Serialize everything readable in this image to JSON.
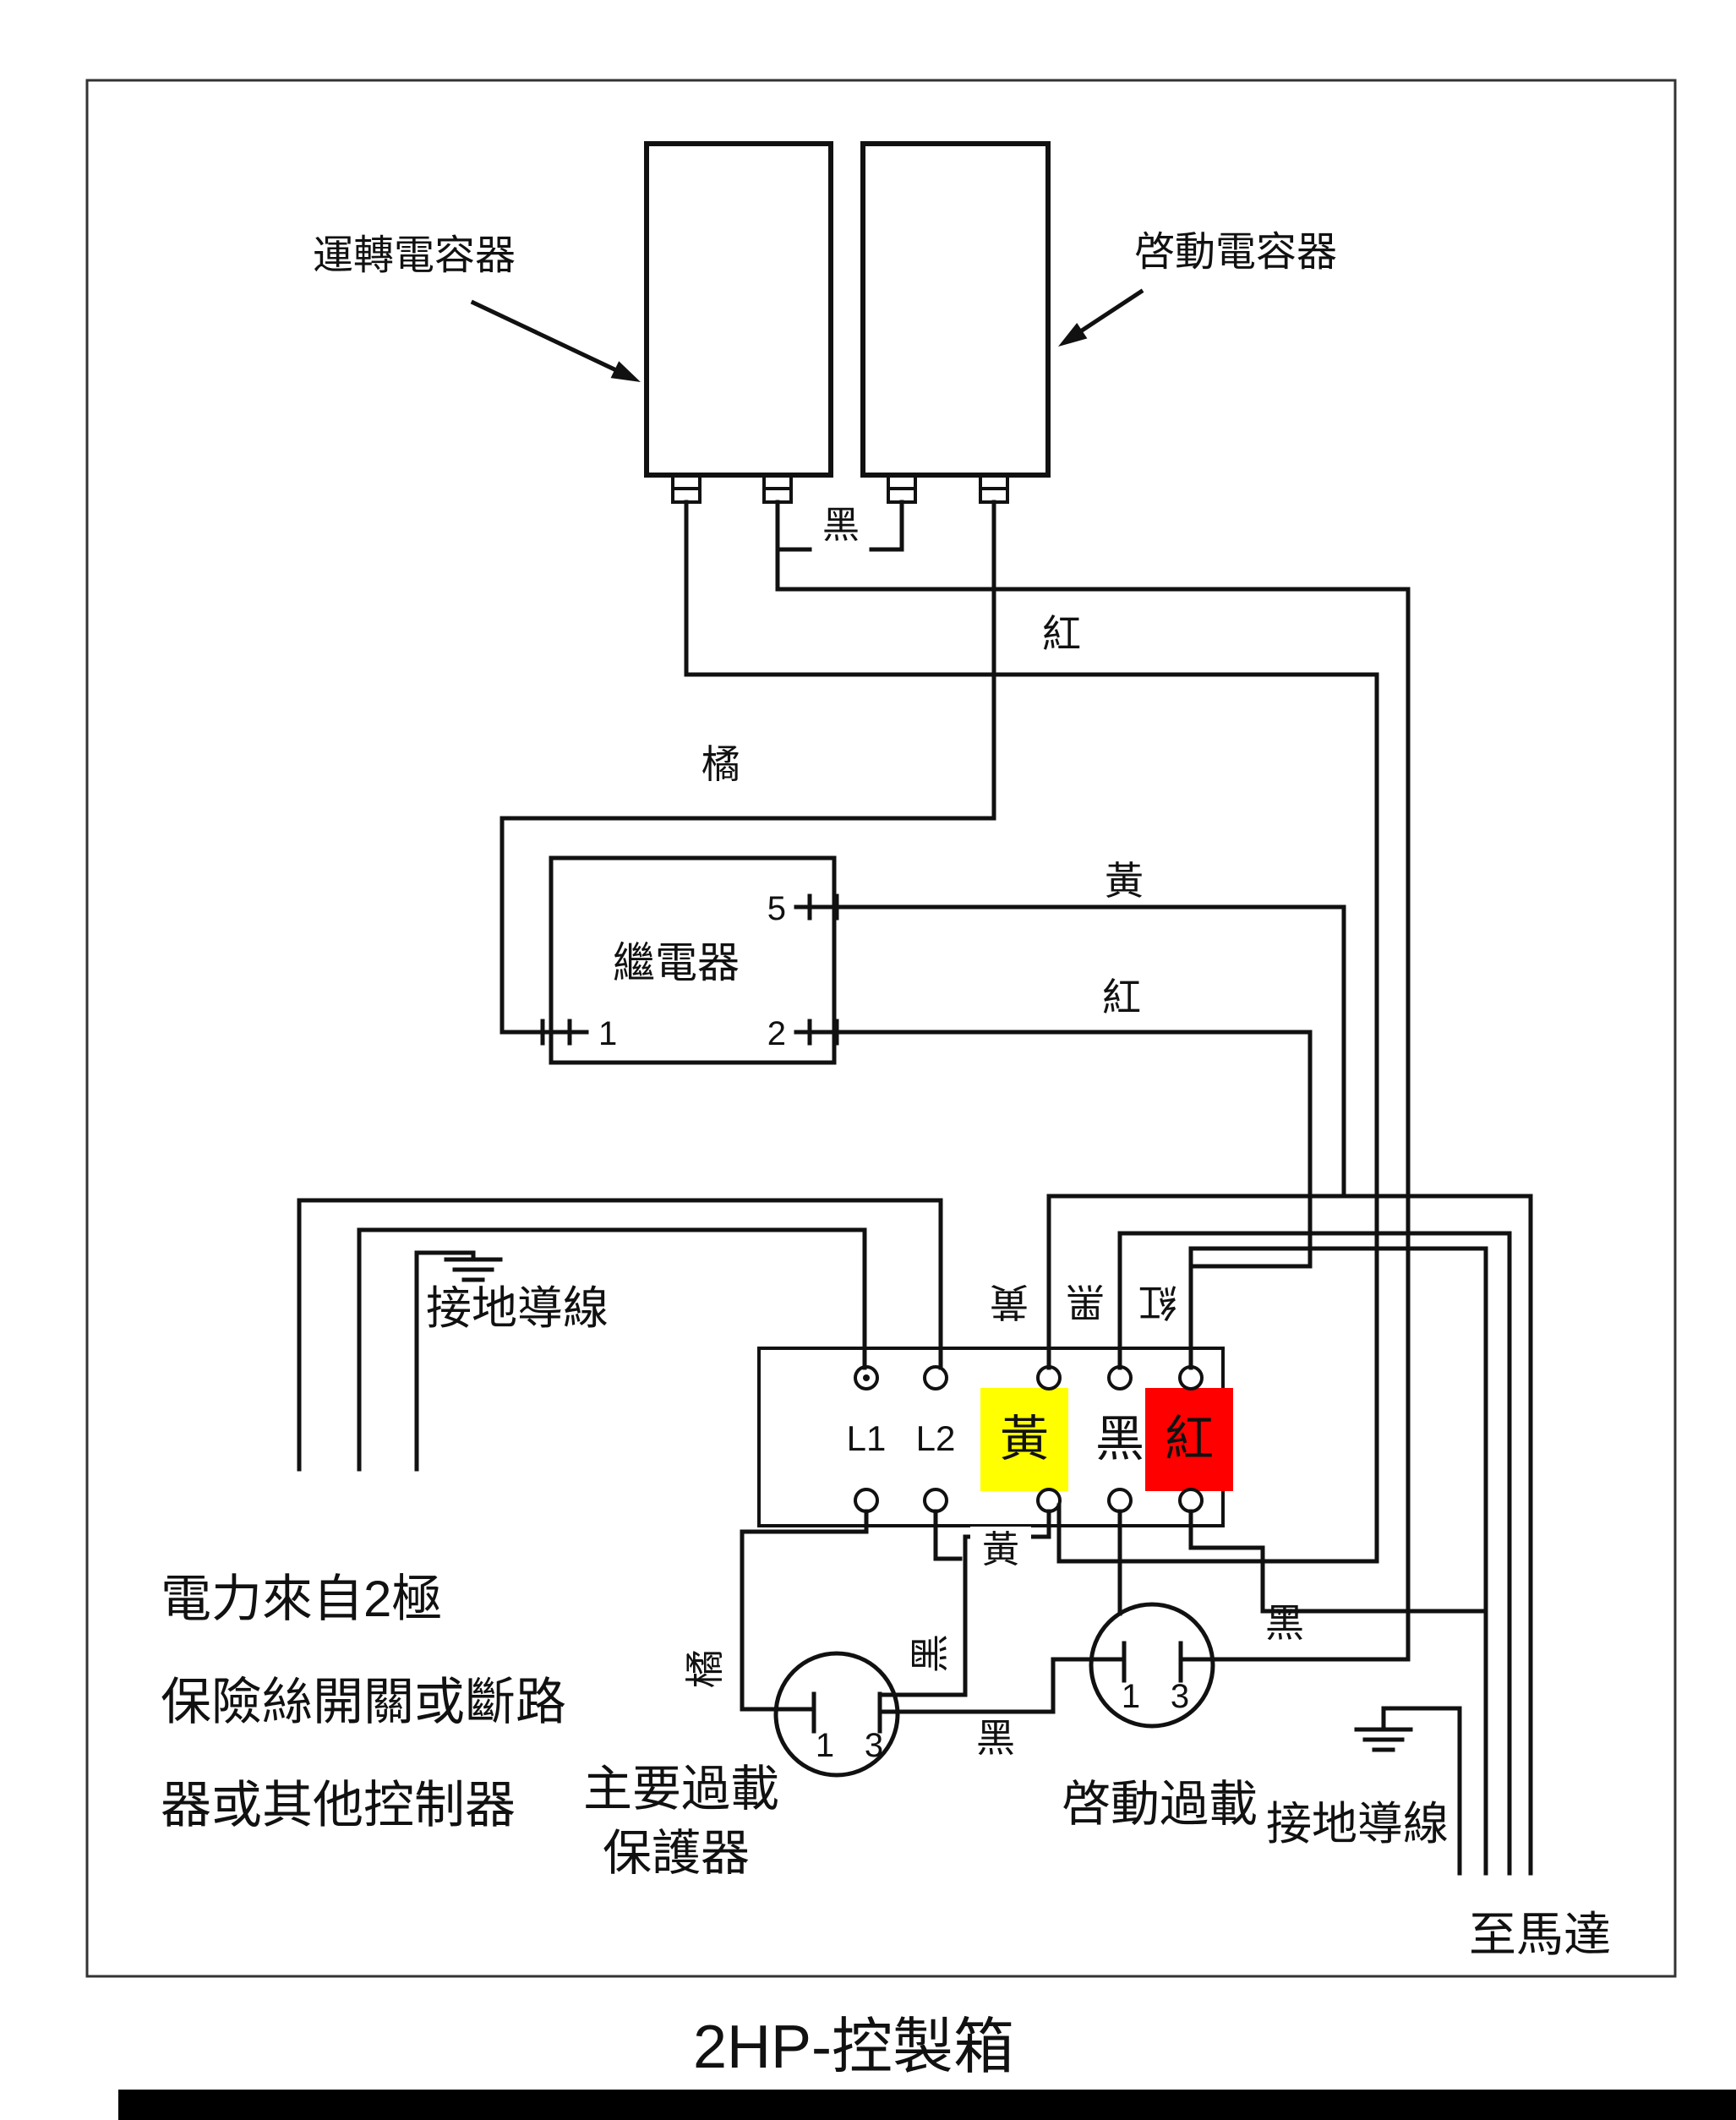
{
  "title": "2HP-控製箱",
  "colors": {
    "yellow": "#FFFF00",
    "red": "#FF0000",
    "ink": "#111111"
  },
  "capacitors": {
    "run_label": "運轉電容器",
    "start_label": "啓動電容器"
  },
  "relay": {
    "label": "繼電器",
    "t5": "5",
    "t1": "1",
    "t2": "2"
  },
  "wire_labels": {
    "black_caps_jumper": "黑",
    "red_caps": "紅",
    "orange_relay": "橘",
    "yellow_relay": "黃",
    "red_relay": "紅",
    "strip_top_yellow": "黃",
    "strip_top_black": "黑",
    "strip_top_red": "紅",
    "jumper_yellow": "黃",
    "orange_l1_drop": "橘",
    "black_mid_drop": "黑",
    "black_overload_link": "黑",
    "black_start_overload": "黑"
  },
  "terminal_strip": {
    "l1": "L1",
    "l2": "L2",
    "yellow": "黃",
    "black": "黑",
    "red": "紅"
  },
  "power_note": {
    "line1": "電力來自2極",
    "line2": "保險絲開關或斷路",
    "line3": "器或其他控制器"
  },
  "ground_left": "接地導線",
  "ground_right": "接地導線",
  "main_overload": {
    "line1": "主要過載",
    "line2": "保護器",
    "t1": "1",
    "t3": "3"
  },
  "start_overload": {
    "label": "啓動過載",
    "t1": "1",
    "t3": "3"
  },
  "to_motor": "至馬達"
}
